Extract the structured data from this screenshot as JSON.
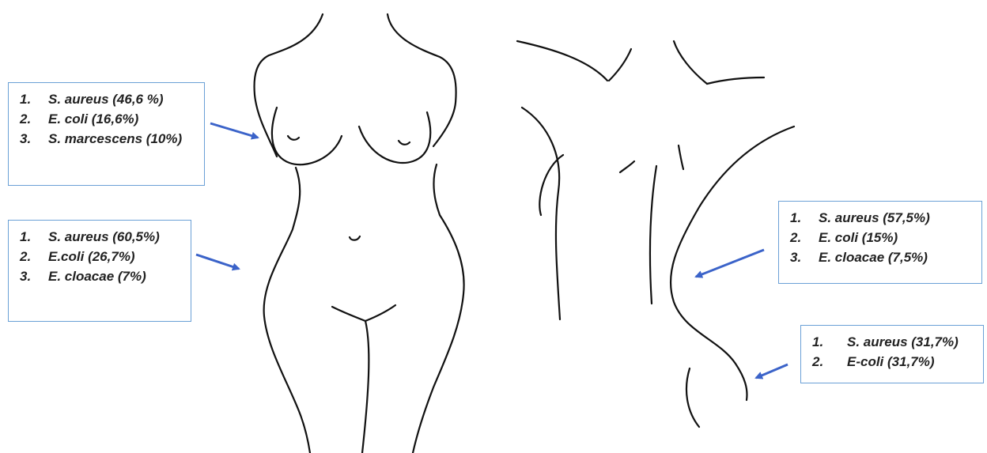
{
  "colors": {
    "arrow": "#3b63c9",
    "box_border": "#6aa0d6",
    "outline": "#111111",
    "text": "#222222"
  },
  "callouts": {
    "breast": {
      "items": [
        {
          "num": "1.",
          "text": "S. aureus (46,6 %)"
        },
        {
          "num": "2.",
          "text": "E. coli (16,6%)"
        },
        {
          "num": "3.",
          "text": "S. marcescens (10%)"
        }
      ]
    },
    "abdomen": {
      "items": [
        {
          "num": "1.",
          "text": "S. aureus (60,5%)"
        },
        {
          "num": "2.",
          "text": "E.coli (26,7%)"
        },
        {
          "num": "3.",
          "text": "E. cloacae (7%)"
        }
      ]
    },
    "hip": {
      "items": [
        {
          "num": "1.",
          "text": "S. aureus (57,5%)"
        },
        {
          "num": "2.",
          "text": "E. coli (15%)"
        },
        {
          "num": "3.",
          "text": "E. cloacae (7,5%)"
        }
      ]
    },
    "buttock": {
      "items": [
        {
          "num": "1.",
          "text": "S. aureus (31,7%)"
        },
        {
          "num": "2.",
          "text": "E-coli (31,7%)"
        }
      ]
    }
  }
}
